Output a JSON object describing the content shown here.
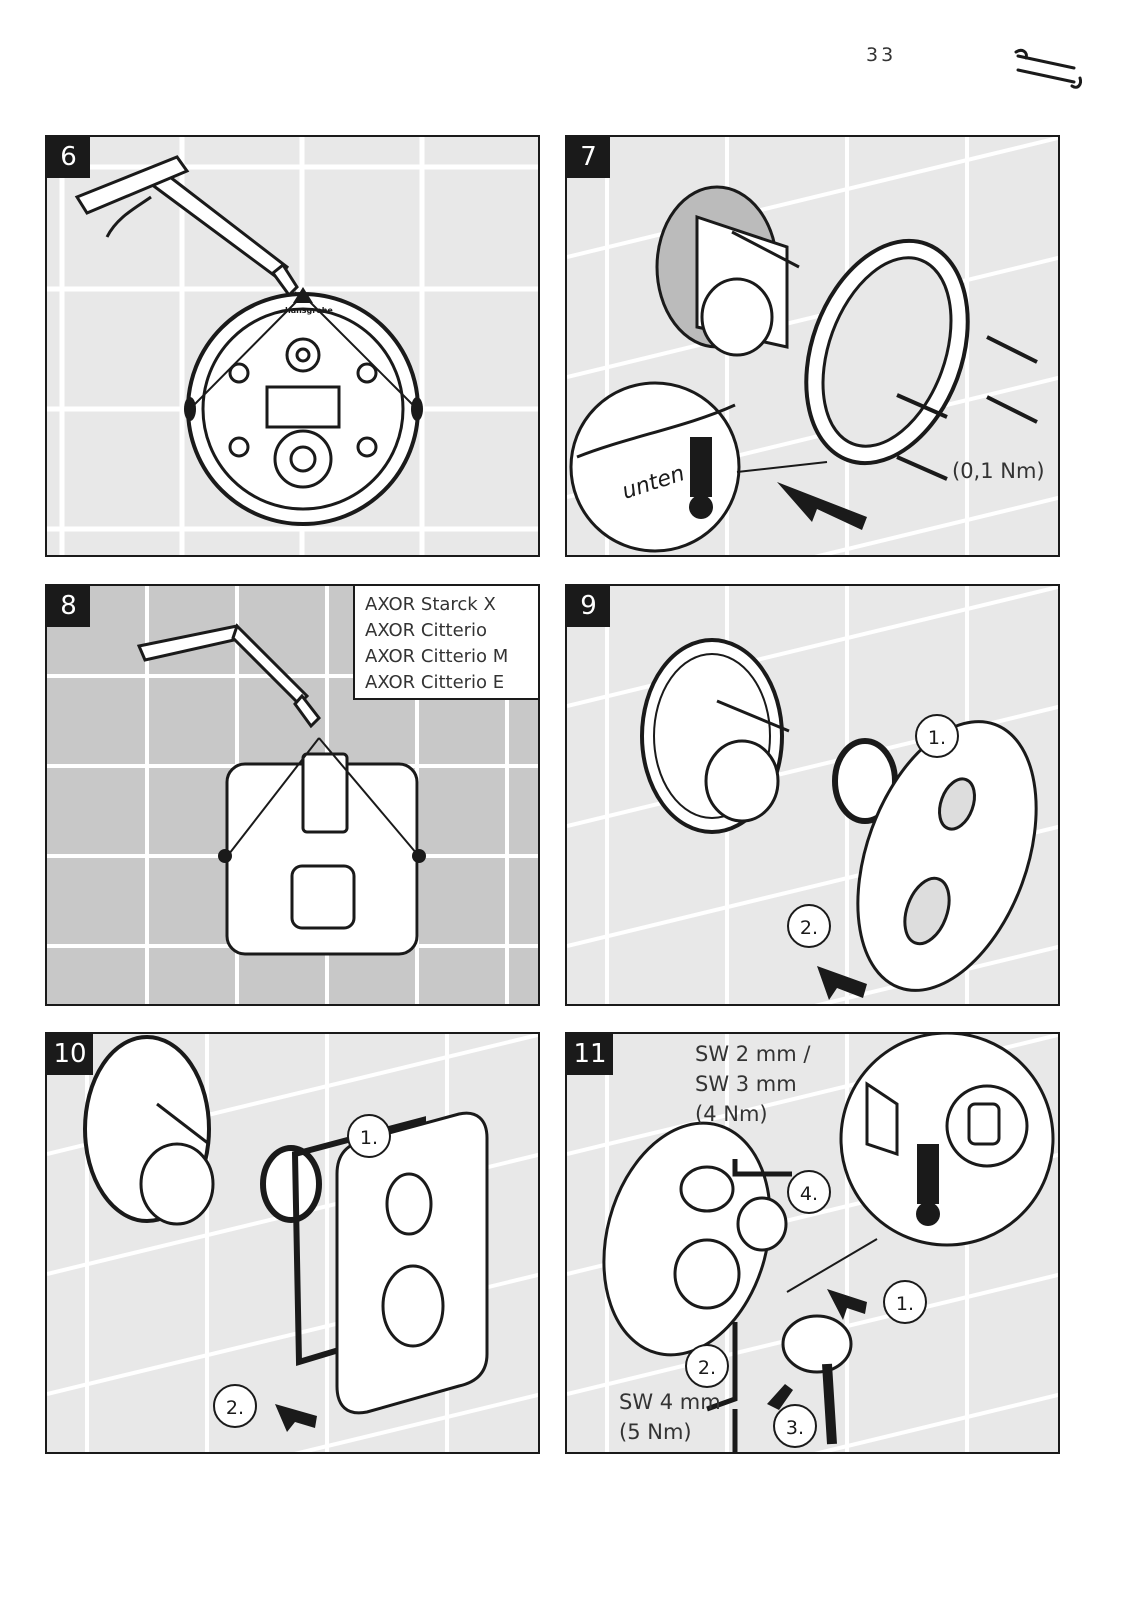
{
  "page": {
    "number": "33",
    "icon": "tools-icon"
  },
  "panels": [
    {
      "step": "6"
    },
    {
      "step": "7",
      "torque": "(0,1 Nm)",
      "mark": "unten"
    },
    {
      "step": "8",
      "models": [
        "AXOR Starck X",
        "AXOR Citterio",
        "AXOR Citterio M",
        "AXOR Citterio E"
      ]
    },
    {
      "step": "9",
      "callouts": [
        "1.",
        "2."
      ]
    },
    {
      "step": "10",
      "callouts": [
        "1.",
        "2."
      ]
    },
    {
      "step": "11",
      "callouts": [
        "1.",
        "2.",
        "3.",
        "4."
      ],
      "spec_top": [
        "SW 2 mm /",
        "SW 3 mm",
        "(4 Nm)"
      ],
      "spec_bottom": [
        "SW 4 mm",
        "(5 Nm)"
      ]
    }
  ],
  "colors": {
    "ink": "#1a1a1a",
    "tile": "#e8e8e8",
    "tile_dark": "#c8c8c8",
    "grout": "#ffffff"
  }
}
